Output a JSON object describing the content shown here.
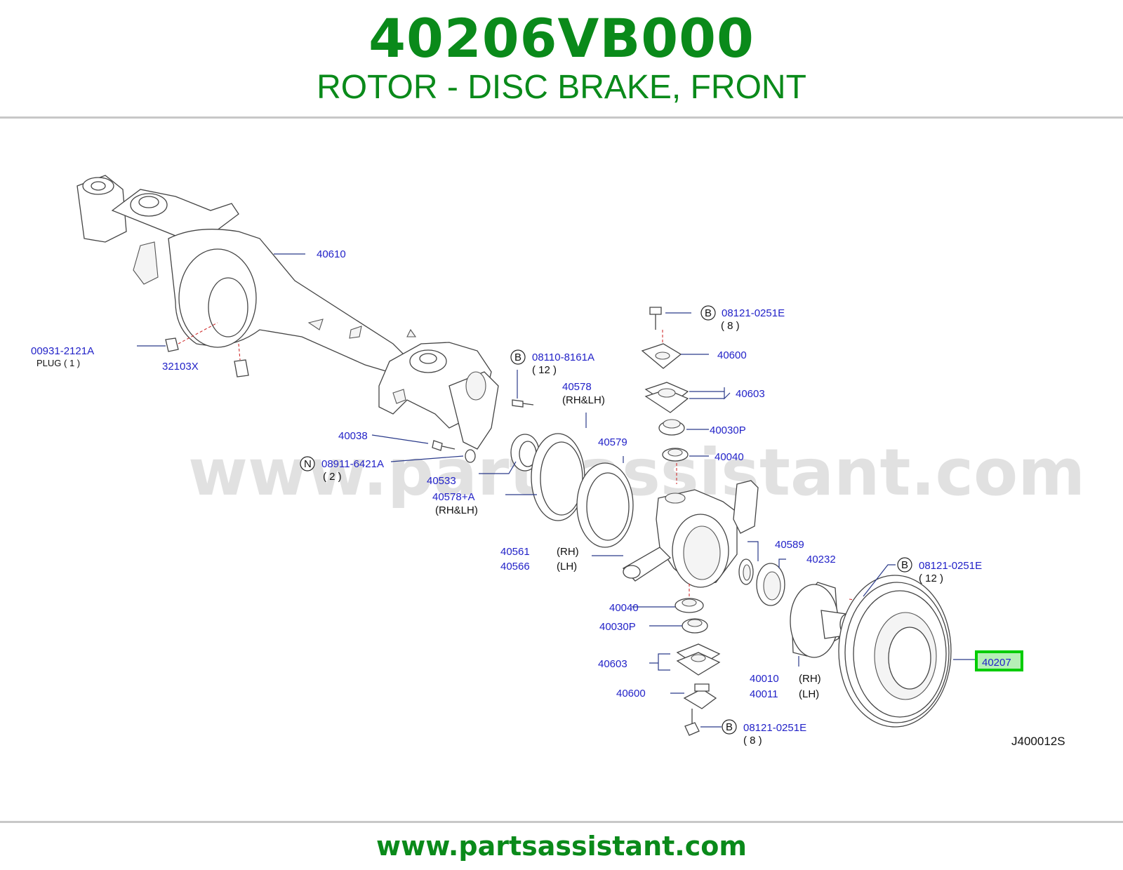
{
  "header": {
    "part_number": "40206VB000",
    "description": "ROTOR - DISC BRAKE, FRONT"
  },
  "watermark": "www.partsassistant.com",
  "footer": {
    "url": "www.partsassistant.com"
  },
  "diagram": {
    "code": "J400012S",
    "highlight_color": "#00cc00",
    "labels": {
      "l40610": "40610",
      "l00931": "00931-2121A",
      "plug": "PLUG ( 1 )",
      "l32103x": "32103X",
      "b_08121_top": "08121-0251E",
      "b_08121_top_qty": "( 8 )",
      "l40600_top": "40600",
      "l40603_top": "40603",
      "l40030p_top": "40030P",
      "l40040_top": "40040",
      "b_08110": "08110-8161A",
      "b_08110_qty": "( 12 )",
      "l40578": "40578",
      "rhlh_40578": "(RH&LH)",
      "l40579": "40579",
      "l40038": "40038",
      "n_08911": "08911-6421A",
      "n_08911_qty": "( 2 )",
      "l40533": "40533",
      "l40578a": "40578+A",
      "rhlh_40578a": "(RH&LH)",
      "l40561": "40561",
      "rh_40561": "(RH)",
      "l40566": "40566",
      "lh_40566": "(LH)",
      "l40589": "40589",
      "l40232": "40232",
      "b_08121_mid": "08121-0251E",
      "b_08121_mid_qty": "( 12 )",
      "l40040_bot": "40040",
      "l40030p_bot": "40030P",
      "l40603_bot": "40603",
      "l40600_bot": "40600",
      "l40010": "40010",
      "rh_40010": "(RH)",
      "l40011": "40011",
      "lh_40011": "(LH)",
      "b_08121_bot": "08121-0251E",
      "b_08121_bot_qty": "( 8 )",
      "l40207": "40207",
      "circle_b": "B",
      "circle_n": "N"
    }
  }
}
